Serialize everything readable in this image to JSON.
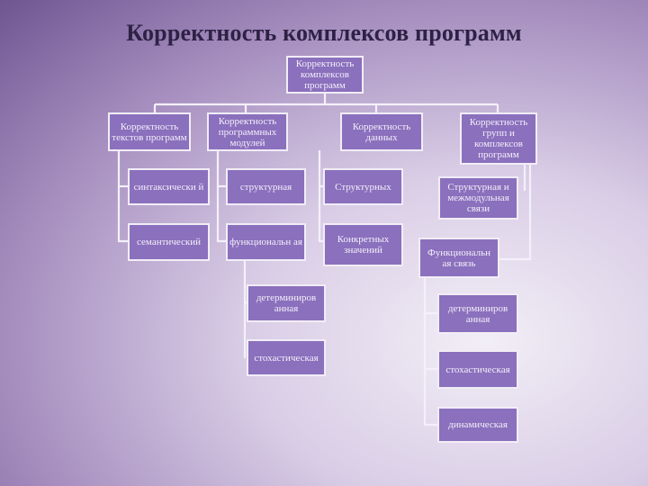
{
  "title": "Корректность комплексов программ",
  "nodes": {
    "root": "Корректность комплексов программ",
    "c1": "Корректность текстов программ",
    "c2": "Корректность программных модулей",
    "c3": "Корректность данных",
    "c4": "Корректность групп и комплексов программ",
    "c1a": "синтаксически й",
    "c1b": "семантический",
    "c2a": "структурная",
    "c2b": "функциональн ая",
    "c2c": "детерминиров анная",
    "c2d": "стохастическая",
    "c3a": "Структурных",
    "c3b": "Конкретных значений",
    "c4a": "Структурная и межмодульная связи",
    "c4b": "Функциональн ая связь",
    "c4c": "детерминиров анная",
    "c4d": "стохастическая",
    "c4e": "динамическая"
  },
  "colors": {
    "box_fill": "#8b70bd",
    "box_border": "#f1edf7",
    "connector": "#f4f0fa",
    "title": "#2e2145"
  }
}
